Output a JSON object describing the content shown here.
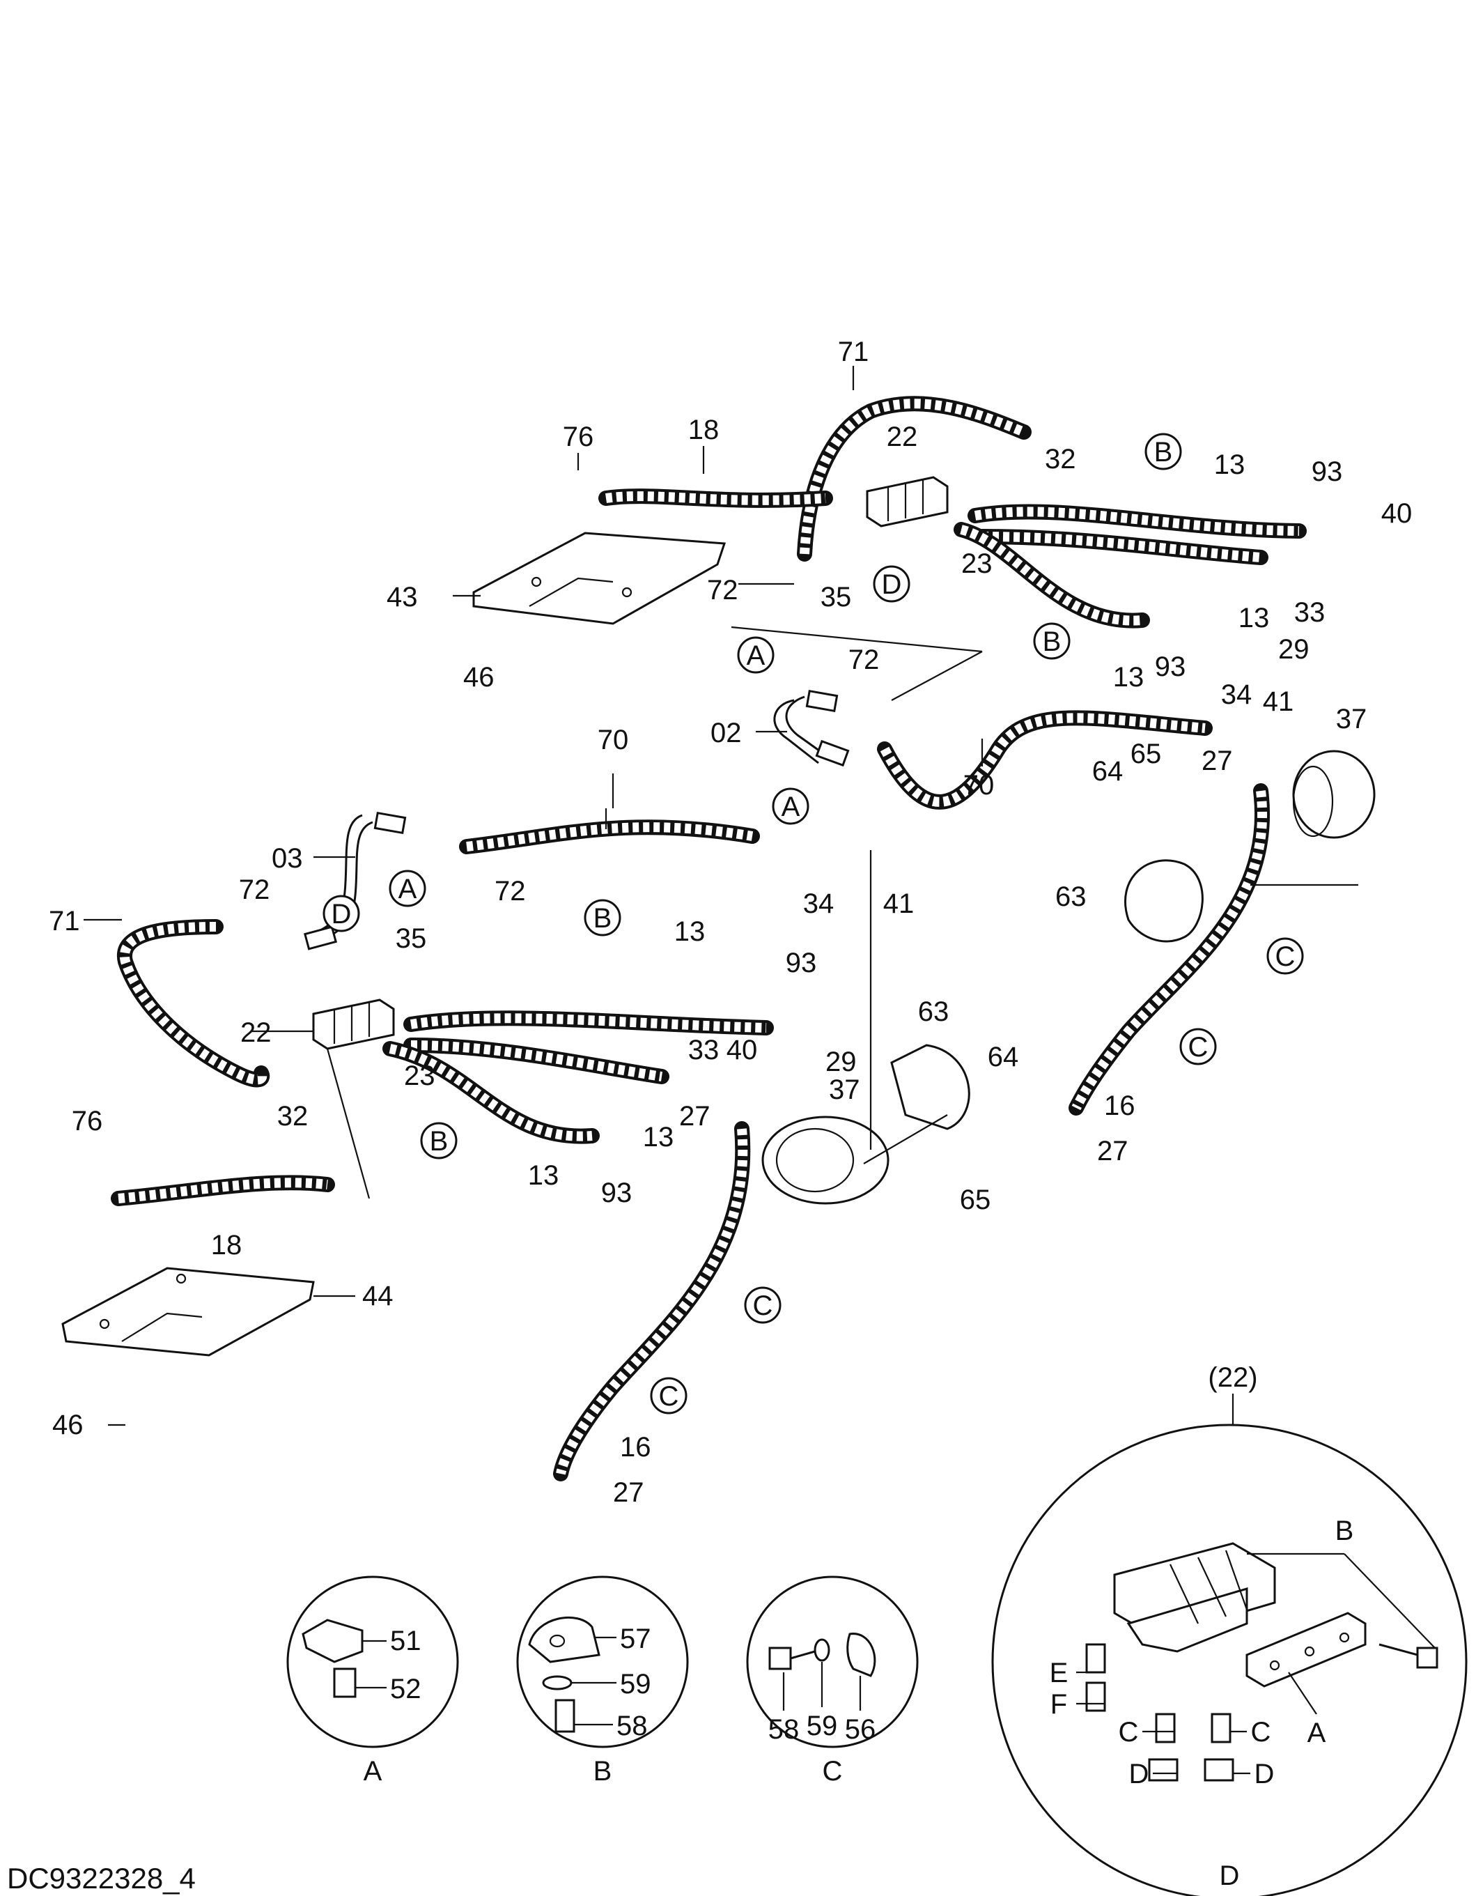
{
  "document_id": "DC9322328_4",
  "detail_header": "(22)",
  "callouts": {
    "a": "A",
    "b": "B",
    "c": "C",
    "d": "D",
    "e": "E",
    "f": "F"
  },
  "part_numbers": {
    "p02": "02",
    "p03": "03",
    "p13": "13",
    "p16": "16",
    "p18": "18",
    "p22": "22",
    "p23": "23",
    "p27": "27",
    "p29": "29",
    "p32": "32",
    "p33": "33",
    "p34": "34",
    "p35": "35",
    "p37": "37",
    "p40": "40",
    "p41": "41",
    "p43": "43",
    "p44": "44",
    "p46": "46",
    "p51": "51",
    "p52": "52",
    "p56": "56",
    "p57": "57",
    "p58": "58",
    "p59": "59",
    "p63": "63",
    "p64": "64",
    "p65": "65",
    "p70": "70",
    "p71": "71",
    "p72": "72",
    "p76": "76",
    "p93": "93"
  }
}
